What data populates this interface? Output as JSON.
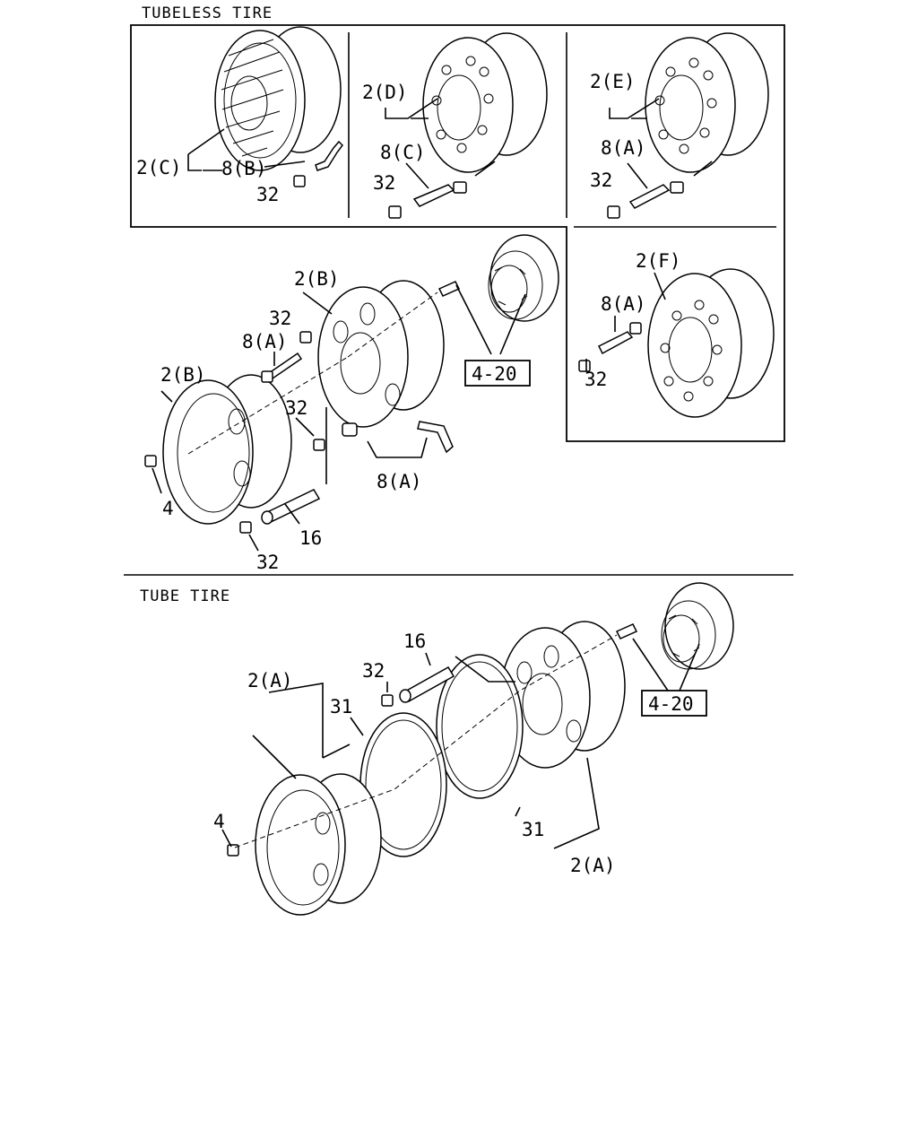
{
  "sections": {
    "tubeless_title": "TUBELESS TIRE",
    "tube_title": "TUBE TIRE"
  },
  "callouts": {
    "c_2C": "2(C)",
    "c_8B": "8(B)",
    "c_32_p1": "32",
    "c_2D": "2(D)",
    "c_8C": "8(C)",
    "c_32_p2": "32",
    "c_2E": "2(E)",
    "c_8A_p3": "8(A)",
    "c_32_p3": "32",
    "c_2F": "2(F)",
    "c_8A_p4": "8(A)",
    "c_32_p4": "32",
    "c_2B_inner": "2(B)",
    "c_32_a": "32",
    "c_8A_a": "8(A)",
    "c_2B_outer": "2(B)",
    "c_32_b": "32",
    "c_8A_b": "8(A)",
    "c_4_a": "4",
    "c_16_a": "16",
    "c_32_c": "32",
    "c_420_a": "4-20",
    "c_2A_top": "2(A)",
    "c_16_b": "16",
    "c_32_d": "32",
    "c_31_top": "31",
    "c_4_b": "4",
    "c_31_bot": "31",
    "c_2A_bot": "2(A)",
    "c_420_b": "4-20"
  }
}
